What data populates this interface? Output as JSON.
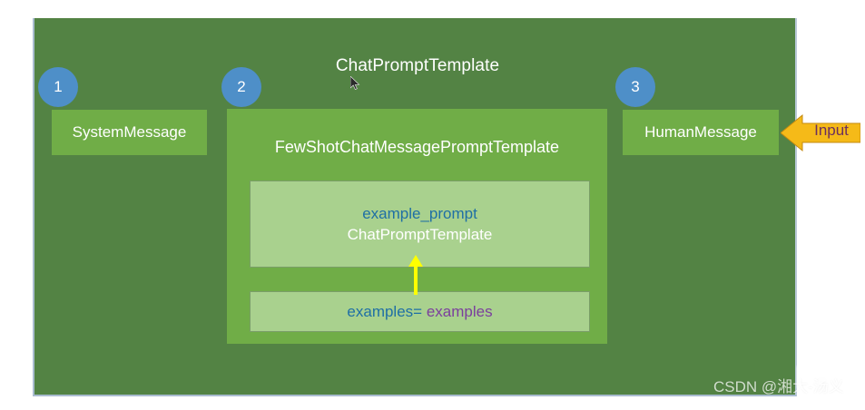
{
  "diagram": {
    "title": "ChatPromptTemplate",
    "outer_panel_color": "#538344",
    "box_color": "#70ad47",
    "inner_box_color": "#a9d18e",
    "badge_color": "#4e8fc8"
  },
  "badges": [
    {
      "number": "1"
    },
    {
      "number": "2"
    },
    {
      "number": "3"
    }
  ],
  "nodes": {
    "system_message": "SystemMessage",
    "human_message": "HumanMessage",
    "fewshot_title": "FewShotChatMessagePromptTemplate"
  },
  "example_prompt_box": {
    "key": "example_prompt",
    "value": "ChatPromptTemplate",
    "key_color": "#1f6fa5",
    "value_color": "#ffffff"
  },
  "examples_box": {
    "key": "examples=",
    "value": " examples",
    "key_color": "#1f6fa5",
    "value_color": "#7b3f9d"
  },
  "input_callout": {
    "label": "Input",
    "arrow_color": "#f5ba18",
    "label_color": "#6b2f5e"
  },
  "flow_arrow": {
    "color": "#ffff00",
    "direction": "up"
  },
  "watermark": {
    "text": "CSDN @湘大-汤义",
    "logo": "bilibili-tv-logo"
  }
}
